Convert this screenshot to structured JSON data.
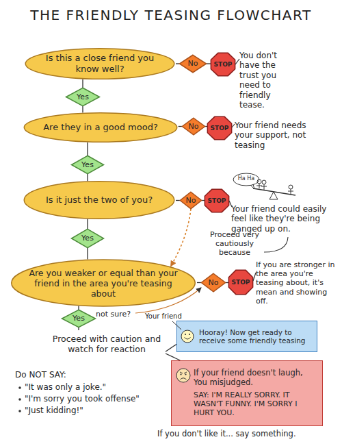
{
  "diagram": {
    "title": "THE FRIENDLY TEASING FLOWCHART",
    "nodes": [
      {
        "text": [
          "Is this a close friend you know well?"
        ]
      },
      {
        "text": [
          "No"
        ]
      },
      {
        "text": [
          "STOP"
        ]
      },
      {
        "text": [
          "Yes"
        ]
      },
      {
        "text": [
          "Are they in a good mood?"
        ]
      },
      {
        "text": [
          "No"
        ]
      },
      {
        "text": [
          "STOP"
        ]
      },
      {
        "text": [
          "Yes"
        ]
      },
      {
        "text": [
          "Is it just the two of you?"
        ]
      },
      {
        "text": [
          "No"
        ]
      },
      {
        "text": [
          "STOP"
        ]
      },
      {
        "text": [
          "Yes"
        ]
      },
      {
        "text": [
          "Are you weaker or equal than your friend in the area you're teasing about"
        ]
      },
      {
        "text": [
          "No"
        ]
      },
      {
        "text": [
          "STOP"
        ]
      },
      {
        "text": [
          "Yes"
        ]
      },
      {
        "text": [
          "Proceed with caution and watch for reaction"
        ]
      },
      {
        "text": [
          "Hooray! Now get ready to receive some friendly teasing"
        ]
      },
      {
        "text": [
          "If your friend doesn't laugh, You misjudged.",
          "SAY: I'M REALLY SORRY. IT WASN'T FUNNY. I'M SORRY I HURT YOU."
        ]
      }
    ],
    "edges": [
      {
        "from": 0,
        "to": 1,
        "arrow": "none"
      },
      {
        "from": 1,
        "to": 2,
        "arrow": "none"
      },
      {
        "from": 0,
        "to": 3,
        "arrow": "none"
      },
      {
        "from": 3,
        "to": 4,
        "arrow": "none"
      },
      {
        "from": 4,
        "to": 5,
        "arrow": "none"
      },
      {
        "from": 5,
        "to": 6,
        "arrow": "none"
      },
      {
        "from": 4,
        "to": 7,
        "arrow": "none"
      },
      {
        "from": 7,
        "to": 8,
        "arrow": "none"
      },
      {
        "from": 8,
        "to": 9,
        "arrow": "none"
      },
      {
        "from": 9,
        "to": 10,
        "arrow": "none"
      },
      {
        "from": 8,
        "to": 11,
        "arrow": "none"
      },
      {
        "from": 11,
        "to": 12,
        "arrow": "none"
      },
      {
        "from": 9,
        "to": 12,
        "arrow": "to"
      },
      {
        "from": 12,
        "to": 13,
        "arrow": "none"
      },
      {
        "from": 13,
        "to": 14,
        "arrow": "none"
      },
      {
        "from": 12,
        "to": 15,
        "arrow": "none"
      },
      {
        "from": 15,
        "to": 16,
        "arrow": "none"
      },
      {
        "from": 16,
        "to": 17,
        "arrow": "none"
      },
      {
        "from": 16,
        "to": 18,
        "arrow": "none"
      }
    ],
    "labels": [
      "You don't have the trust you need to friendly tease.",
      "Your friend needs your support, not teasing",
      "Ha Ha",
      "Your friend could easily feel like they're being ganged up on.",
      "Proceed very cautiously because",
      "If you are stronger in the area you're teasing about, it's mean and showing off.",
      "not sure?",
      "Your friend",
      "Do NOT SAY:",
      "\"It was only a joke.\"",
      "\"I'm sorry you took offense\"",
      "\"Just kidding!\"",
      "If you don't like it... say something."
    ]
  }
}
